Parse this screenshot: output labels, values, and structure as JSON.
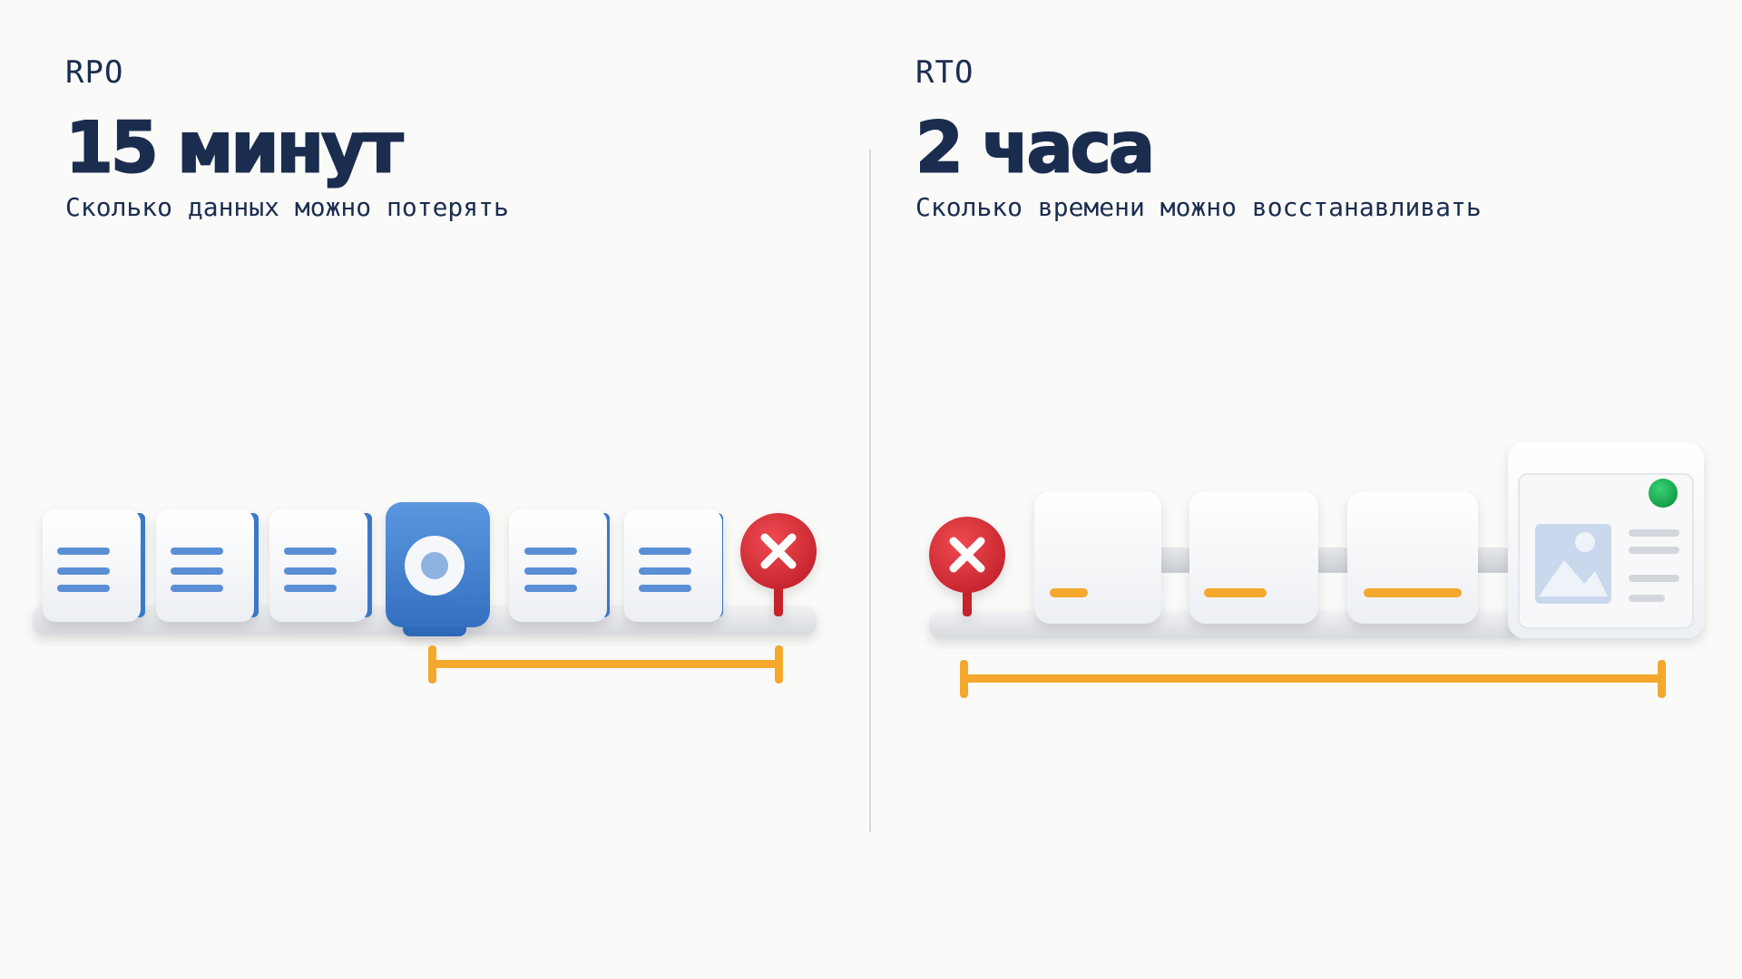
{
  "rpo": {
    "label": "RPO",
    "value": "15 минут",
    "description": "Сколько данных можно потерять"
  },
  "rto": {
    "label": "RTO",
    "value": "2 часа",
    "description": "Сколько времени можно восстанавливать"
  },
  "colors": {
    "text": "#1b2d4f",
    "blue": "#3f80d0",
    "orange": "#f4a82d",
    "red": "#d9303a",
    "green": "#18b557",
    "divider": "#d9d9d9"
  }
}
